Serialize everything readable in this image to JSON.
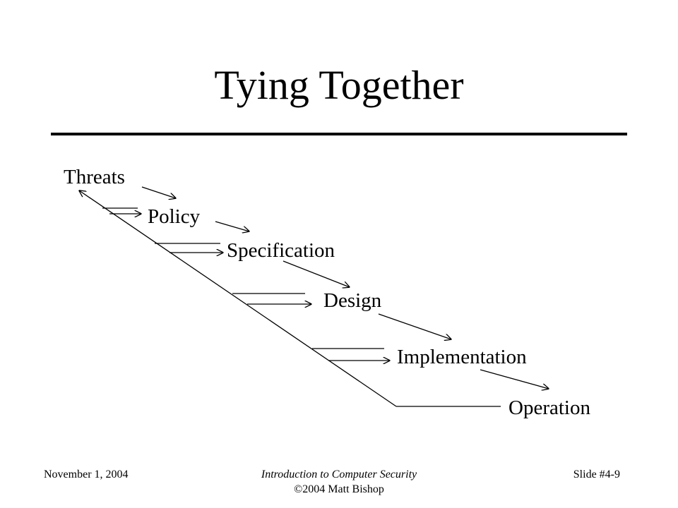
{
  "slide": {
    "title": "Tying Together",
    "stages": [
      "Threats",
      "Policy",
      "Specification",
      "Design",
      "Implementation",
      "Operation"
    ]
  },
  "footer": {
    "date": "November 1, 2004",
    "course": "Introduction to Computer Security",
    "copyright": "©2004 Matt Bishop",
    "slide_number": "Slide #4-9"
  }
}
